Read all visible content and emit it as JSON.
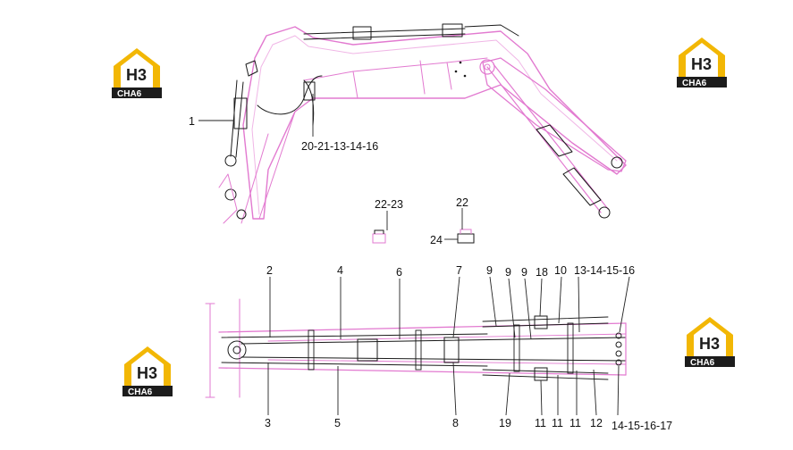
{
  "colors": {
    "drawing": "#e27ad0",
    "drawing_light": "#f0b6e6",
    "outline": "#1a1a1a",
    "leader": "#222222",
    "text": "#111111",
    "logo_yellow": "#f2b705",
    "logo_black": "#1c1c1c",
    "logo_white": "#ffffff"
  },
  "logo": {
    "mark": "H3",
    "text": "CHA6",
    "icon": "house-logo-icon"
  },
  "upper_view": {
    "callouts": {
      "c1": "1",
      "c20_16": "20-21-13-14-16",
      "c22_23": "22-23",
      "c22": "22",
      "c24": "24"
    }
  },
  "plan_view": {
    "top_callouts": {
      "c2": "2",
      "c4": "4",
      "c6": "6",
      "c7": "7",
      "c9a": "9",
      "c9b": "9",
      "c9c": "9",
      "c18": "18",
      "c10": "10",
      "c13_16": "13-14-15-16"
    },
    "bottom_callouts": {
      "c3": "3",
      "c5": "5",
      "c8": "8",
      "c19": "19",
      "c11a": "11",
      "c11b": "11",
      "c11c": "11",
      "c12": "12",
      "c14_17": "14-15-16-17"
    }
  }
}
